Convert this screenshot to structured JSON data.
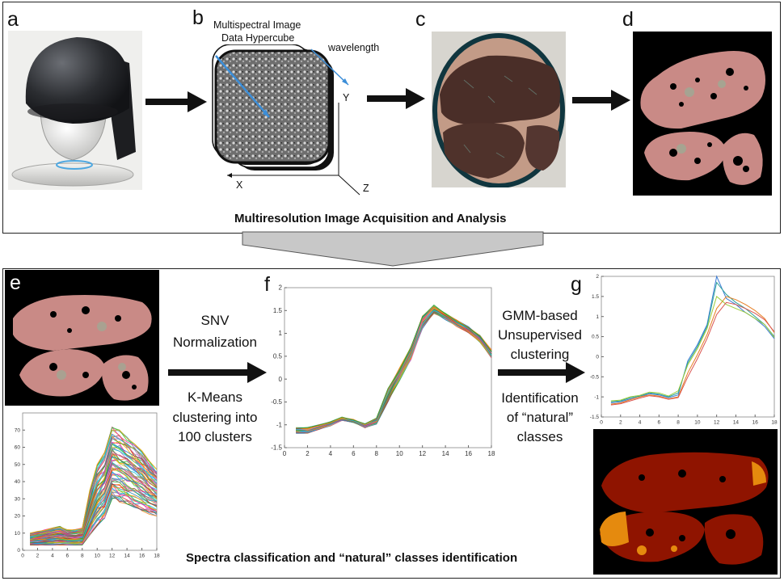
{
  "top_section": {
    "panel_labels": {
      "a": "a",
      "b": "b",
      "c": "c",
      "d": "d"
    },
    "hypercube": {
      "title_line1": "Multispectral Image",
      "title_line2": "Data Hypercube",
      "wavelength_label": "wavelength",
      "axis_x": "X",
      "axis_y": "Y",
      "axis_z": "Z"
    },
    "caption": "Multiresolution Image Acquisition and Analysis"
  },
  "bottom_section": {
    "panel_labels": {
      "e": "e",
      "f": "f",
      "g": "g"
    },
    "step1": {
      "line1": "SNV",
      "line2": "Normalization"
    },
    "step2": {
      "line1": "K-Means",
      "line2": "clustering into",
      "line3": "100 clusters"
    },
    "step3": {
      "line1": "GMM-based",
      "line2": "Unsupervised",
      "line3": "clustering"
    },
    "step4": {
      "line1": "Identification",
      "line2": "of “natural”",
      "line3": "classes"
    },
    "caption": "Spectra classification and “natural” classes identification"
  },
  "colors": {
    "tissue": "#c98a86",
    "tissue_dark": "#5a3a35",
    "class_dark_red": "#8f1400",
    "class_orange": "#e58a0e",
    "device_dark": "#2a2c30",
    "device_light": "#e9e9e7",
    "funnel_gray": "#c8c8c8"
  },
  "chart_data": [
    {
      "id": "e-spectra",
      "type": "line",
      "title": "",
      "xlabel": "",
      "ylabel": "",
      "xlim": [
        0,
        18
      ],
      "ylim": [
        0,
        80
      ],
      "x_ticks": [
        "0",
        "2",
        "4",
        "6",
        "8",
        "10",
        "12",
        "14",
        "16",
        "18"
      ],
      "y_ticks": [
        "0",
        "10",
        "20",
        "30",
        "40",
        "50",
        "60",
        "70"
      ],
      "x": [
        1,
        2,
        3,
        4,
        5,
        6,
        7,
        8,
        9,
        10,
        11,
        12,
        13,
        14,
        15,
        16,
        17,
        18
      ],
      "upper_envelope": [
        10,
        11,
        12,
        13,
        14,
        12,
        12,
        13,
        35,
        50,
        57,
        72,
        70,
        66,
        62,
        58,
        52,
        47
      ],
      "lower_envelope": [
        3,
        3,
        3,
        3,
        3,
        3,
        3,
        3,
        8,
        14,
        18,
        30,
        28,
        27,
        25,
        23,
        21,
        20
      ],
      "grid": false
    },
    {
      "id": "f-normalized-spectra",
      "type": "line",
      "title": "",
      "xlabel": "",
      "ylabel": "",
      "xlim": [
        0,
        18
      ],
      "ylim": [
        -1.5,
        2
      ],
      "x_ticks": [
        "0",
        "2",
        "4",
        "6",
        "8",
        "10",
        "12",
        "14",
        "16",
        "18"
      ],
      "y_ticks": [
        "-1.5",
        "-1",
        "-0.5",
        "0",
        "0.5",
        "1",
        "1.5",
        "2"
      ],
      "x": [
        1,
        2,
        3,
        4,
        5,
        6,
        7,
        8,
        9,
        10,
        11,
        12,
        13,
        14,
        15,
        16,
        17,
        18
      ],
      "mean": [
        -1.12,
        -1.12,
        -1.05,
        -0.98,
        -0.87,
        -0.92,
        -1.02,
        -0.92,
        -0.35,
        0.1,
        0.55,
        1.25,
        1.52,
        1.38,
        1.22,
        1.08,
        0.88,
        0.55
      ],
      "spread": [
        0.08,
        0.08,
        0.07,
        0.06,
        0.05,
        0.05,
        0.06,
        0.08,
        0.18,
        0.2,
        0.22,
        0.18,
        0.12,
        0.1,
        0.1,
        0.1,
        0.12,
        0.12
      ],
      "grid": false
    },
    {
      "id": "g-class-spectra",
      "type": "line",
      "title": "",
      "xlabel": "",
      "ylabel": "",
      "xlim": [
        0,
        18
      ],
      "ylim": [
        -1.5,
        2
      ],
      "x_ticks": [
        "0",
        "2",
        "4",
        "6",
        "8",
        "10",
        "12",
        "14",
        "16",
        "18"
      ],
      "y_ticks": [
        "-1.5",
        "-1",
        "-0.5",
        "0",
        "0.5",
        "1",
        "1.5",
        "2"
      ],
      "x": [
        1,
        2,
        3,
        4,
        5,
        6,
        7,
        8,
        9,
        10,
        11,
        12,
        13,
        14,
        15,
        16,
        17,
        18
      ],
      "series": [
        {
          "color": "#3a7bd5",
          "values": [
            -1.15,
            -1.12,
            -1.05,
            -1.0,
            -0.92,
            -0.95,
            -1.02,
            -0.95,
            -0.1,
            0.3,
            0.8,
            2.0,
            1.45,
            1.3,
            1.1,
            0.95,
            0.75,
            0.45
          ]
        },
        {
          "color": "#2aa198",
          "values": [
            -1.12,
            -1.1,
            -1.02,
            -0.98,
            -0.9,
            -0.93,
            -1.0,
            -0.9,
            -0.15,
            0.25,
            0.75,
            1.85,
            1.55,
            1.35,
            1.2,
            1.0,
            0.8,
            0.5
          ]
        },
        {
          "color": "#e67e22",
          "values": [
            -1.18,
            -1.15,
            -1.07,
            -1.0,
            -0.95,
            -0.98,
            -1.05,
            -1.0,
            -0.4,
            0.05,
            0.55,
            1.2,
            1.5,
            1.42,
            1.3,
            1.15,
            0.95,
            0.6
          ]
        },
        {
          "color": "#9ccc3a",
          "values": [
            -1.1,
            -1.08,
            -1.0,
            -0.96,
            -0.88,
            -0.9,
            -0.98,
            -0.85,
            -0.2,
            0.2,
            0.7,
            1.5,
            1.3,
            1.2,
            1.1,
            0.95,
            0.8,
            0.48
          ]
        },
        {
          "color": "#d9534f",
          "values": [
            -1.2,
            -1.17,
            -1.1,
            -1.03,
            -0.97,
            -1.0,
            -1.06,
            -1.02,
            -0.5,
            -0.05,
            0.45,
            1.05,
            1.35,
            1.3,
            1.2,
            1.08,
            0.92,
            0.62
          ]
        }
      ],
      "grid": false
    }
  ]
}
